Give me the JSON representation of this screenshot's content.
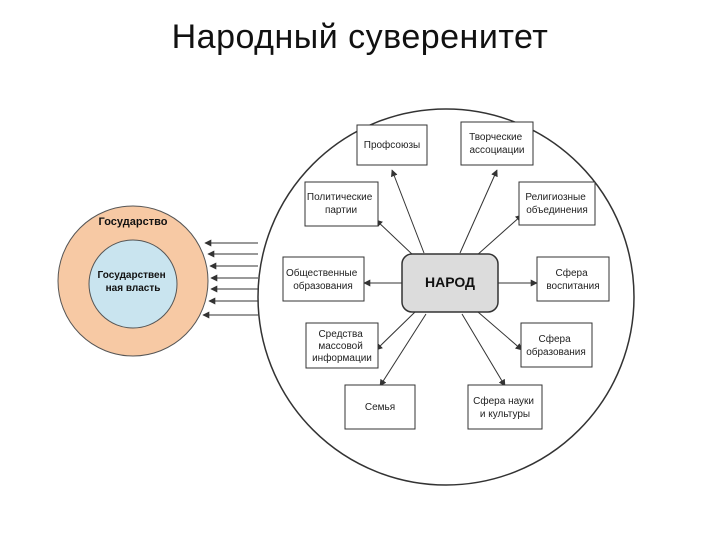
{
  "slide": {
    "title": "Народный суверенитет"
  },
  "colors": {
    "outer_ring": "#f7c9a4",
    "inner_circle": "#c9e4ef",
    "center_box": "#dcdcdc",
    "line": "#333333"
  },
  "state": {
    "outer_label": "Государство",
    "inner_label": [
      "Государствен",
      "ная власть"
    ]
  },
  "center": {
    "label": "НАРОД"
  },
  "nodes": {
    "profsoyuzy": [
      "Профсоюзы"
    ],
    "tvorcheskie": [
      "Творческие",
      "ассоциации"
    ],
    "politicheskie": [
      "Политические",
      "партии"
    ],
    "religioznye": [
      "Религиозные",
      "объединения"
    ],
    "obshchestvennye": [
      "Общественные",
      "образования"
    ],
    "vospitanie": [
      "Сфера",
      "воспитания"
    ],
    "smi": [
      "Средства",
      "массовой",
      "информации"
    ],
    "obrazovanie": [
      "Сфера",
      "образования"
    ],
    "semya": [
      "Семья"
    ],
    "nauka": [
      "Сфера науки",
      "и культуры"
    ]
  }
}
